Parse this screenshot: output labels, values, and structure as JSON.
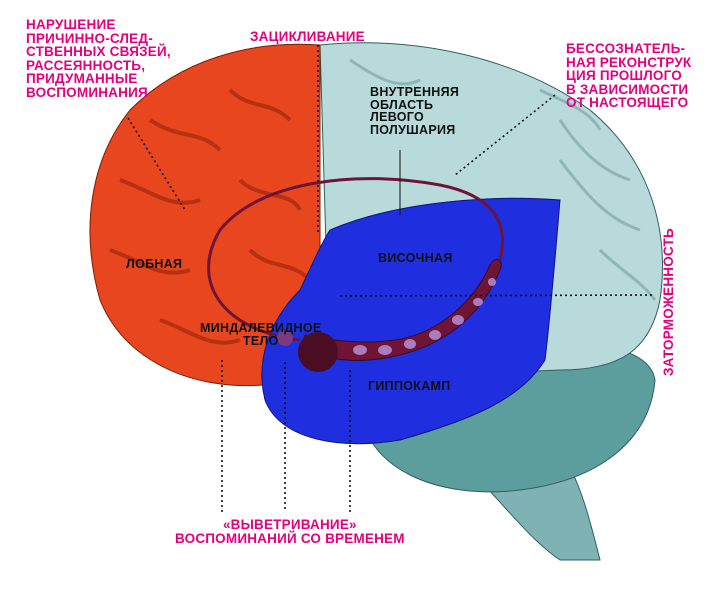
{
  "labels": {
    "top_left": "НАРУШЕНИЕ\nПРИЧИННО-СЛЕД-\nСТВЕННЫХ СВЯЗЕЙ,\nРАССЕЯННОСТЬ,\nПРИДУМАННЫЕ\nВОСПОМИНАНИЯ",
    "top_center": "ЗАЦИКЛИВАНИЕ",
    "top_right": "БЕССОЗНАТЕЛЬ-\nНАЯ РЕКОНСТРУК\nЦИЯ ПРОШЛОГО\nВ ЗАВИСИМОСТИ\nОТ НАСТОЯЩЕГО",
    "right_vertical": "ЗАТОРМОЖЕННОСТЬ",
    "bottom": "«ВЫВЕТРИВАНИЕ»\nВОСПОМИНАНИЙ СО ВРЕМЕНЕМ",
    "inner_left_hemisphere": "ВНУТРЕННЯЯ\nОБЛАСТЬ\nЛЕВОГО\nПОЛУШАРИЯ",
    "frontal": "ЛОБНАЯ",
    "temporal": "ВИСОЧНАЯ",
    "amygdala": "МИНДАЛЕВИДНОЕ\nТЕЛО",
    "hippocampus": "ГИППОКАМП"
  },
  "colors": {
    "frontal_lobe": "#e8461e",
    "temporal_lobe": "#1f2fe0",
    "brain_rest": "#b9dada",
    "cerebellum": "#5c9e9e",
    "hippocampus": "#6e1436",
    "accent_text": "#e6007e"
  }
}
